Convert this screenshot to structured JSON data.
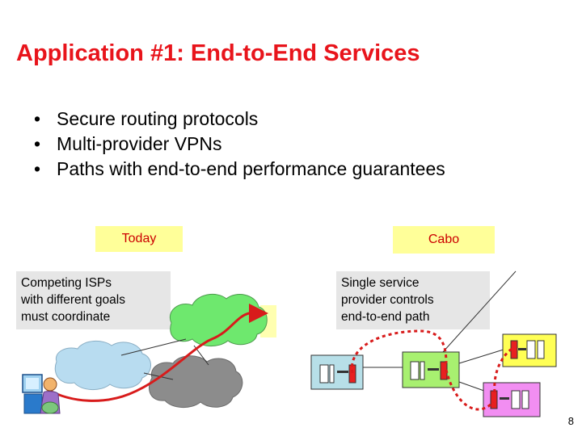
{
  "slide": {
    "title": "Application #1: End-to-End Services",
    "bullets": [
      "Secure routing protocols",
      "Multi-provider VPNs",
      "Paths with end-to-end performance guarantees"
    ],
    "bullet_glyph": "•",
    "today_label": "Today",
    "cabo_label": "Cabo",
    "left_caption": [
      "Competing ISPs",
      "with different goals",
      "must coordinate"
    ],
    "right_caption": [
      "Single service",
      "provider controls",
      "end-to-end path"
    ],
    "page_number": "8"
  },
  "colors": {
    "title": "#e8141b",
    "label_box": "#ffff99",
    "label_text": "#cc0000",
    "path": "#d81b1b",
    "cloud_green": "#6ee86e",
    "cloud_blue": "#b8dcf0",
    "cloud_gray": "#8c8c8c",
    "router_blue": "#b7dfe8",
    "router_green": "#a8f070",
    "router_yellow": "#ffff55",
    "router_pink": "#f28ef2"
  },
  "icons": [
    "workstation-user-icon"
  ]
}
